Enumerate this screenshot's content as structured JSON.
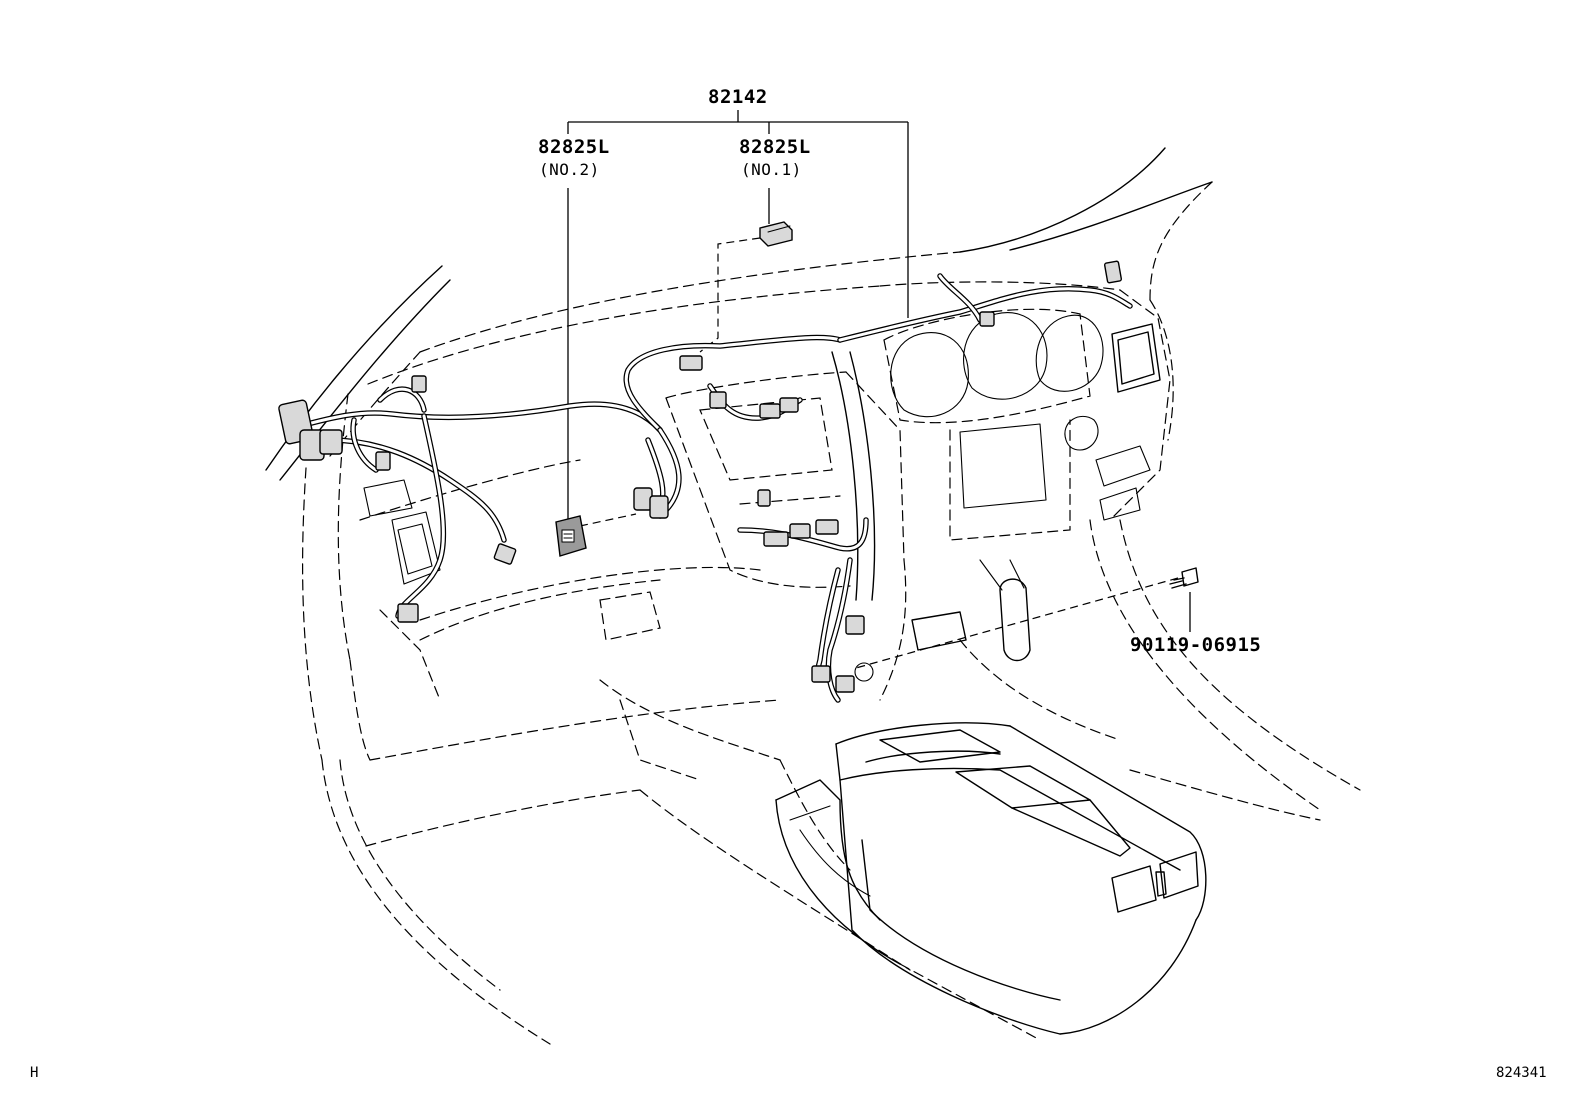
{
  "labels": {
    "harness_assy": "82142",
    "block_no2": "82825L",
    "block_no2_sub": "(NO.2)",
    "block_no1": "82825L",
    "block_no1_sub": "(NO.1)",
    "bolt": "90119-06915",
    "corner_left": "H",
    "illustration_no": "824341"
  },
  "colors": {
    "line": "#000000",
    "background": "#ffffff",
    "connector_fill": "#d9d9d9"
  }
}
